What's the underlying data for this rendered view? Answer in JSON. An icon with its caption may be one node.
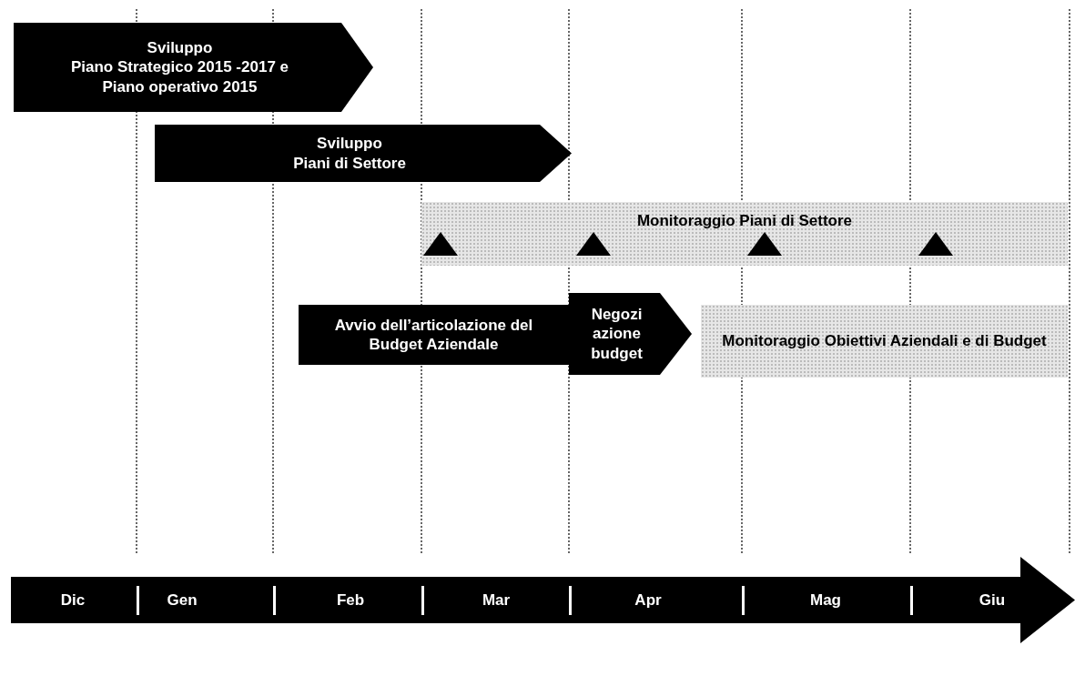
{
  "diagram": {
    "nodes": [
      {
        "text": [
          "Sviluppo",
          "Piano Strategico 2015 -2017 e Piano operativo 2015"
        ]
      },
      {
        "text": [
          "Sviluppo",
          "Piani di Settore"
        ]
      },
      {
        "text": [
          "Monitoraggio Piani di Settore"
        ]
      },
      {
        "text": [
          "Avvio dell’articolazione del Budget Aziendale"
        ]
      },
      {
        "text": [
          "Negozi azione budget"
        ]
      },
      {
        "text": [
          "Monitoraggio Obiettivi Aziendali e di Budget"
        ]
      },
      {
        "text": [
          "Dic",
          "Gen",
          "Feb",
          "Mar",
          "Apr",
          "Mag",
          "Giu"
        ]
      }
    ]
  }
}
